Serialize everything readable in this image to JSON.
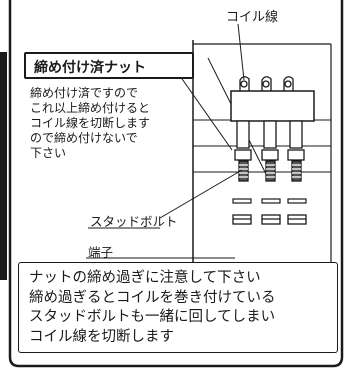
{
  "diagram": {
    "coil_label": "コイル線",
    "tightened_nut_title": "締め付け済ナット",
    "tightened_nut_description": [
      "締め付け済ですので",
      "これ以上締め付けると",
      "コイル線を切断します",
      "ので締め付けないで",
      "下さい"
    ],
    "stud_bolt_label": "スタッドボルト",
    "terminal_label": "端子",
    "caution_note": [
      "ナットの締め過ぎに注意して下さい",
      "締め過ぎるとコイルを巻き付けている",
      "スタッドボルトも一緒に回してしまい",
      "コイル線を切断します"
    ]
  }
}
